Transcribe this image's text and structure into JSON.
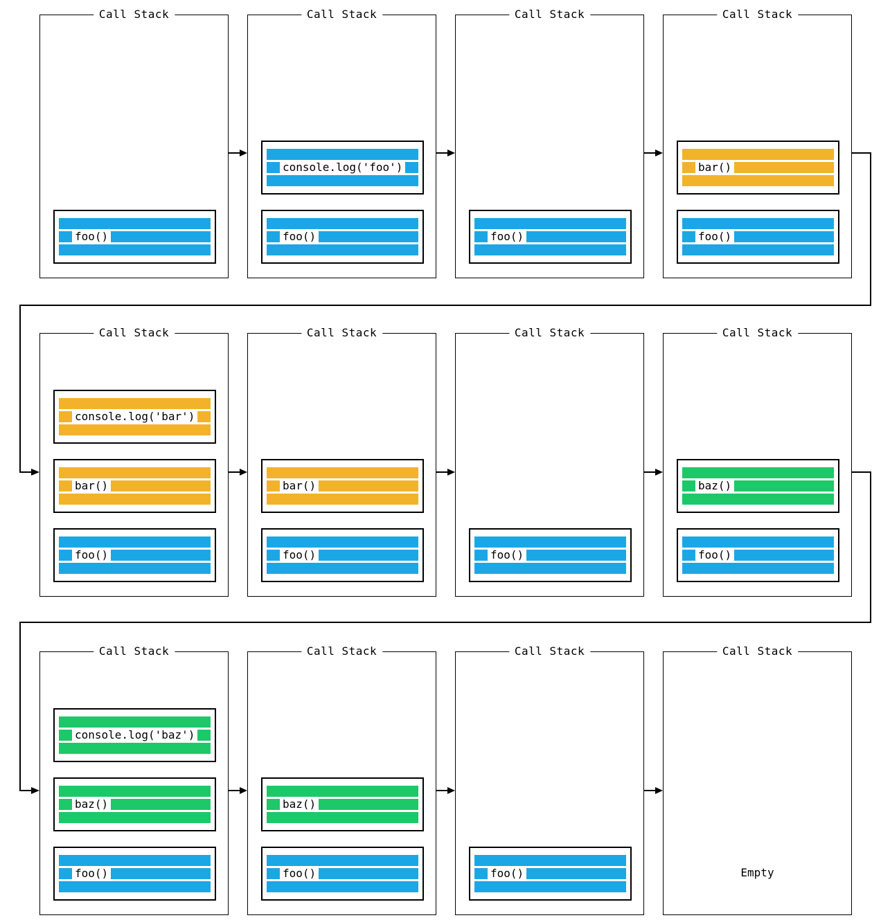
{
  "colors": {
    "blue": "#1BA7E6",
    "yellow": "#F2B32B",
    "green": "#1DC869",
    "line": "#000000"
  },
  "panels": [
    {
      "title": "Call Stack",
      "frames": [
        {
          "label": "foo()",
          "color": "blue"
        }
      ]
    },
    {
      "title": "Call Stack",
      "frames": [
        {
          "label": "foo()",
          "color": "blue"
        },
        {
          "label": "console.log('foo')",
          "color": "blue"
        }
      ]
    },
    {
      "title": "Call Stack",
      "frames": [
        {
          "label": "foo()",
          "color": "blue"
        }
      ]
    },
    {
      "title": "Call Stack",
      "frames": [
        {
          "label": "foo()",
          "color": "blue"
        },
        {
          "label": "bar()",
          "color": "yellow"
        }
      ]
    },
    {
      "title": "Call Stack",
      "frames": [
        {
          "label": "foo()",
          "color": "blue"
        },
        {
          "label": "bar()",
          "color": "yellow"
        },
        {
          "label": "console.log('bar')",
          "color": "yellow"
        }
      ]
    },
    {
      "title": "Call Stack",
      "frames": [
        {
          "label": "foo()",
          "color": "blue"
        },
        {
          "label": "bar()",
          "color": "yellow"
        }
      ]
    },
    {
      "title": "Call Stack",
      "frames": [
        {
          "label": "foo()",
          "color": "blue"
        }
      ]
    },
    {
      "title": "Call Stack",
      "frames": [
        {
          "label": "foo()",
          "color": "blue"
        },
        {
          "label": "baz()",
          "color": "green"
        }
      ]
    },
    {
      "title": "Call Stack",
      "frames": [
        {
          "label": "foo()",
          "color": "blue"
        },
        {
          "label": "baz()",
          "color": "green"
        },
        {
          "label": "console.log('baz')",
          "color": "green"
        }
      ]
    },
    {
      "title": "Call Stack",
      "frames": [
        {
          "label": "foo()",
          "color": "blue"
        },
        {
          "label": "baz()",
          "color": "green"
        }
      ]
    },
    {
      "title": "Call Stack",
      "frames": [
        {
          "label": "foo()",
          "color": "blue"
        }
      ]
    },
    {
      "title": "Call Stack",
      "frames": [],
      "empty_label": "Empty"
    }
  ]
}
